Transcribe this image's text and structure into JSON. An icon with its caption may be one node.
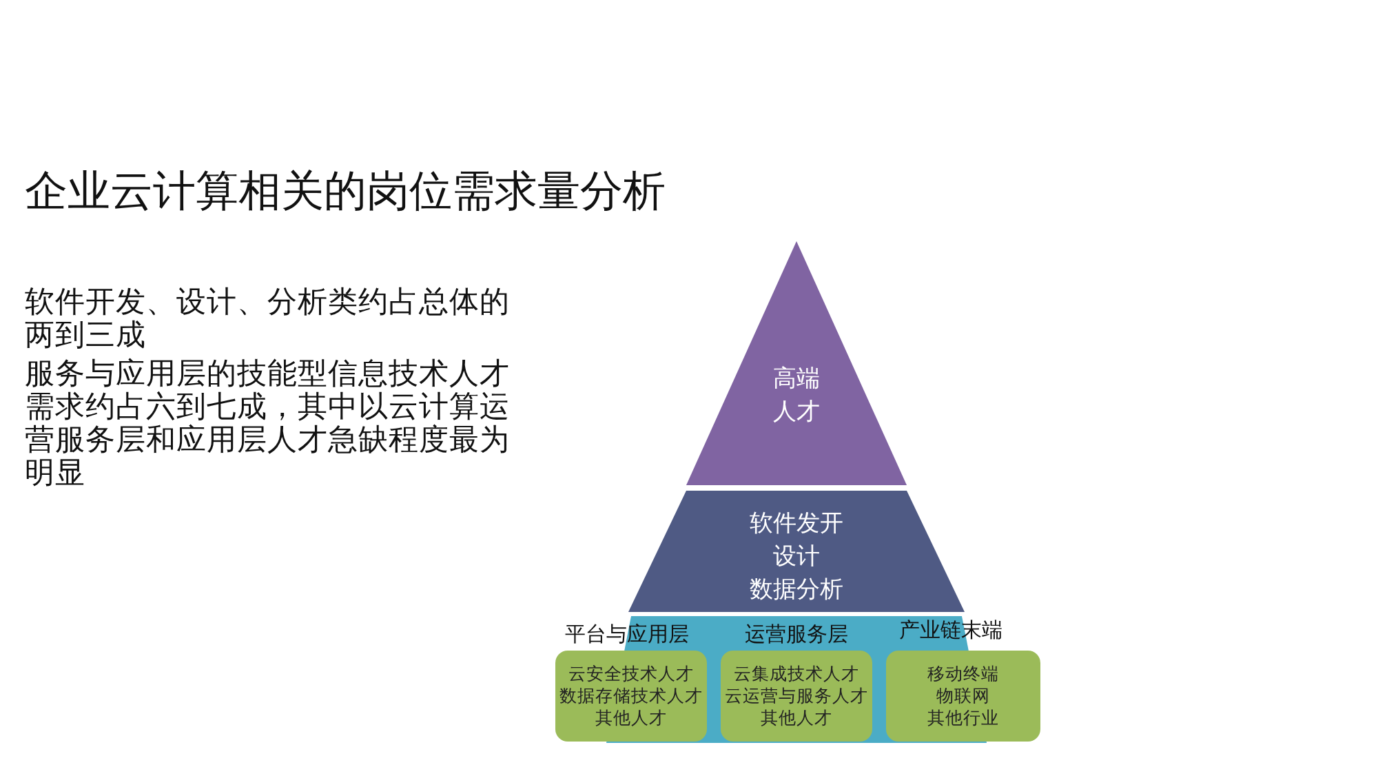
{
  "diagram": {
    "title": "企业云计算相关的岗位需求量分析",
    "nodes": [
      {
        "text": [
          "高端人才"
        ]
      },
      {
        "text": [
          "软件发开",
          "设计",
          "数据分析"
        ]
      },
      {
        "text": [
          "平台与应用层",
          "云安全技术人才",
          "数据存储技术人才",
          "其他人才"
        ]
      },
      {
        "text": [
          "运营服务层",
          "云集成技术人才",
          "云运营与服务人才",
          "其他人才"
        ]
      },
      {
        "text": [
          "产业链末端",
          "移动终端",
          "物联网",
          "其他行业"
        ]
      }
    ],
    "labels": [
      "软件开发、设计、分析类约占总体的两到三成",
      "服务与应用层的技能型信息技术人才需求约占六到七成，其中以云计算运营服务层和应用层人才急缺程度最为明显"
    ]
  }
}
